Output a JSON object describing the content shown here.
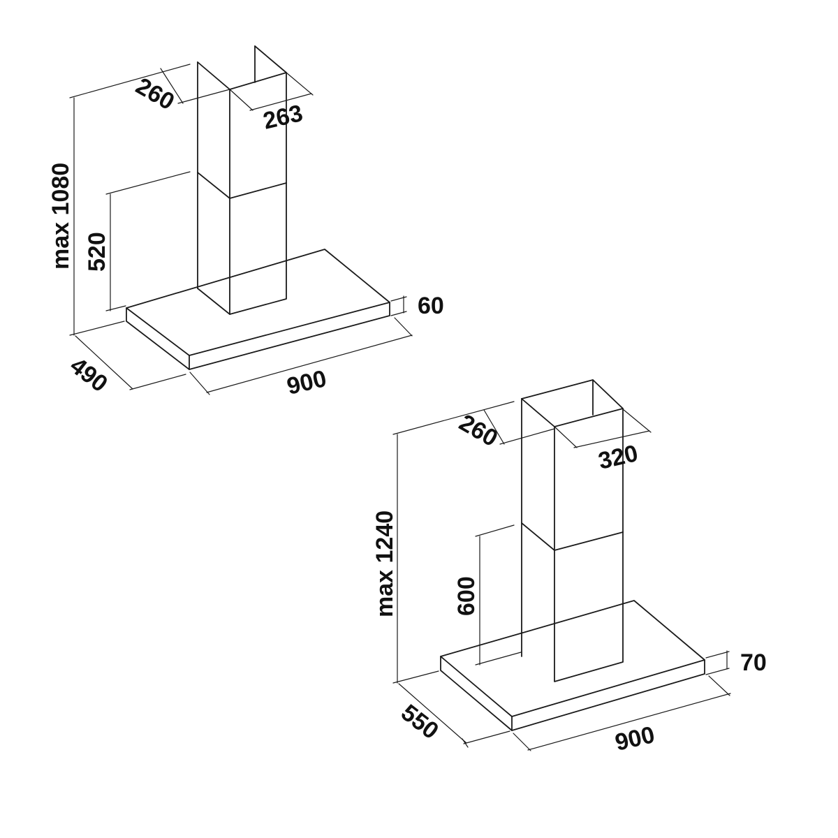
{
  "hood_small": {
    "chimney_width": "260",
    "chimney_depth": "263",
    "total_height": "max 1080",
    "lower_chimney_height": "520",
    "canopy_thickness": "60",
    "canopy_depth": "490",
    "canopy_width": "900"
  },
  "hood_large": {
    "chimney_width": "260",
    "chimney_depth": "320",
    "total_height": "max 1240",
    "lower_chimney_height": "600",
    "canopy_thickness": "70",
    "canopy_depth": "550",
    "canopy_width": "900"
  },
  "colors": {
    "line": "#1a1a1a",
    "background": "#ffffff"
  }
}
